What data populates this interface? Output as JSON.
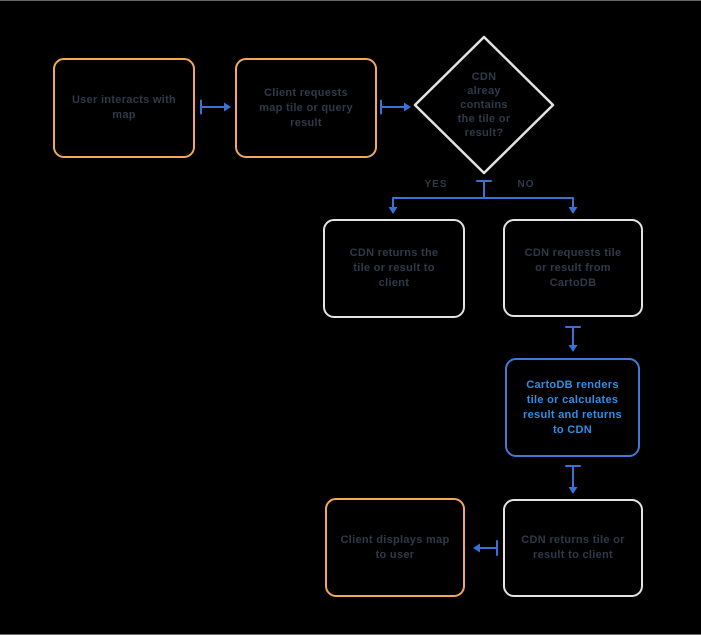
{
  "colors": {
    "background": "#000000",
    "orange_border": "#f3a959",
    "gray_border": "#e3e3e3",
    "blue_border": "#3f7ad8",
    "arrow_blue": "#3b70d5",
    "text_dark": "#2e3a49",
    "text_blue": "#2e8fe4",
    "edge_line": "#666666"
  },
  "flowchart": {
    "nodes": {
      "user_interacts": {
        "label": "User interacts with\nmap"
      },
      "client_requests": {
        "label": "Client requests\nmap tile or query\nresult"
      },
      "cdn_contains": {
        "label": "CDN\nalreay\ncontains\nthe tile or\nresult?"
      },
      "cdn_returns_yes": {
        "label": "CDN returns the\ntile or result to\nclient"
      },
      "cdn_requests": {
        "label": "CDN requests tile\nor result from\nCartoDB"
      },
      "cartodb_renders": {
        "label": "CartoDB renders\ntile or calculates\nresult and returns\nto CDN"
      },
      "cdn_returns_no": {
        "label": "CDN returns tile or\nresult to client"
      },
      "client_displays": {
        "label": "Client displays map\nto user"
      }
    },
    "edge_labels": {
      "yes": "YES",
      "no": "NO"
    }
  }
}
